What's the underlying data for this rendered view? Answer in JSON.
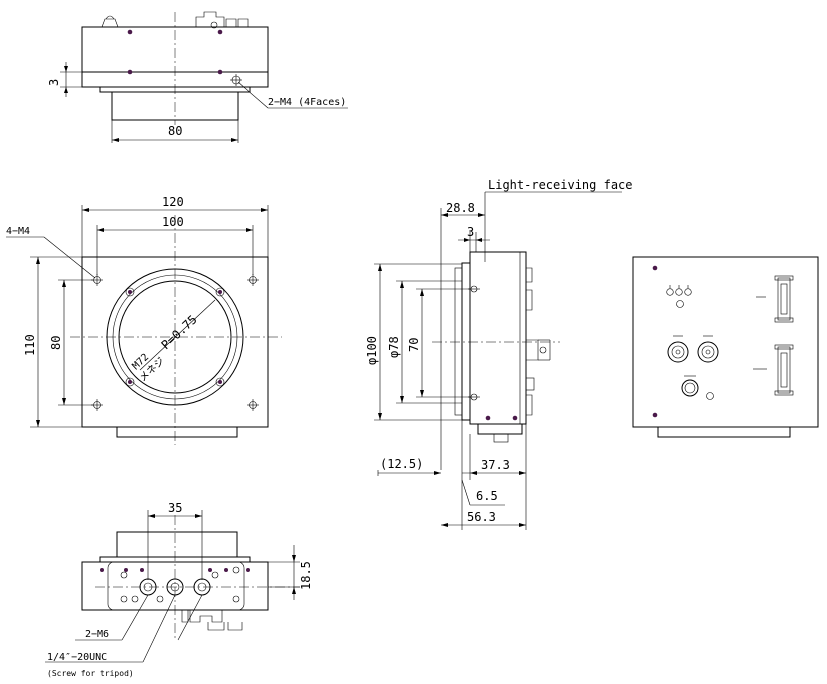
{
  "labels": {
    "top_m4": "2−M4 (4Faces)",
    "top_dim_80": "80",
    "top_dim_3": "3",
    "front_dim_120": "120",
    "front_dim_100": "100",
    "front_dim_110": "110",
    "front_dim_80": "80",
    "front_m4": "4−M4",
    "front_pitch": "P=0.75",
    "front_m72": "M72",
    "front_thread": "メネジ",
    "side_light_face": "Light-receiving face",
    "side_dim_288": "28.8",
    "side_dim_3": "3",
    "side_dim_phi100": "φ100",
    "side_dim_phi78": "φ78",
    "side_dim_70": "70",
    "side_dim_125": "(12.5)",
    "side_dim_373": "37.3",
    "side_dim_65": "6.5",
    "side_dim_563": "56.3",
    "bottom_dim_35": "35",
    "bottom_dim_185": "18.5",
    "bottom_m6": "2−M6",
    "bottom_unc": "1/4″−20UNC",
    "bottom_tripod": "(Screw for tripod)"
  }
}
